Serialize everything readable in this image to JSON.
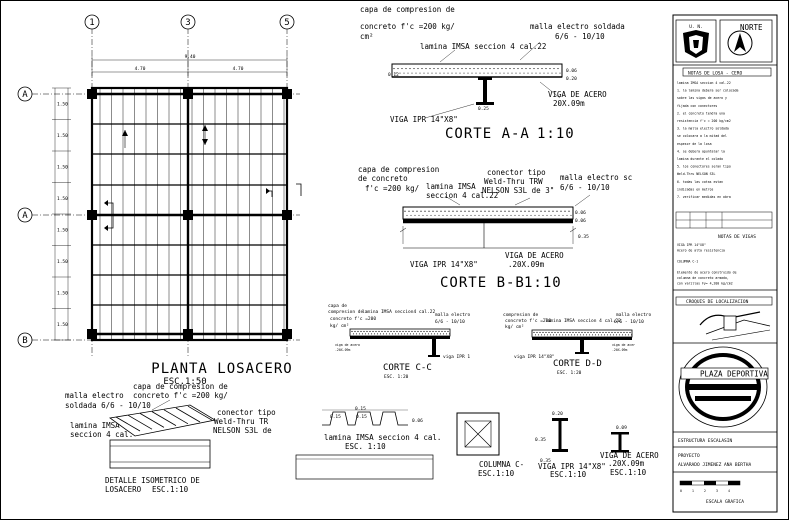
{
  "plan": {
    "title": "PLANTA LOSACERO",
    "scale": "ESC.1:50",
    "grid_top": [
      "1",
      "3",
      "5"
    ],
    "grid_left": [
      "A",
      "A",
      "B"
    ],
    "bay_dims": [
      "4.70",
      "4.70"
    ],
    "row_dims": [
      "1.50",
      "1.50",
      "1.50",
      "1.50",
      "1.50",
      "1.50",
      "1.50",
      "1.50"
    ],
    "total_width": "9.40"
  },
  "corte_a": {
    "title": "CORTE A-A",
    "scale": "1:10",
    "capa": [
      "capa de compresion de",
      "concreto f'c =200 kg/",
      "cm²"
    ],
    "lamina": "lamina IMSA seccion 4 cal.22",
    "malla": [
      "malla electro soldada",
      "6/6 - 10/10"
    ],
    "viga_acero": [
      "VIGA DE ACERO",
      "20X.09m"
    ],
    "viga_ipr": "VIGA IPR 14\"X8\"",
    "dims": [
      "0.12",
      "0.06",
      "0.20",
      "0.25"
    ]
  },
  "corte_b": {
    "title": "CORTE B-B",
    "scale": "1:10",
    "capa": [
      "capa de compresion",
      "de concreto",
      "f'c =200 kg/"
    ],
    "lamina": [
      "lamina IMSA",
      "seccion 4 cal.22"
    ],
    "conector": [
      "conector tipo",
      "Weld-Thru TRW",
      "NELSON S3L de 3\""
    ],
    "malla": [
      "malla electro sc",
      "6/6 - 10/10"
    ],
    "viga_acero": [
      "VIGA DE ACERO",
      ".20X.09m"
    ],
    "viga_ipr": "VIGA IPR 14\"X8\"",
    "dims": [
      "0.06",
      "0.06",
      "0.35"
    ]
  },
  "corte_c": {
    "title": "CORTE C-C",
    "scale": "ESC. 1:20",
    "capa": [
      "capa de",
      "compresion de",
      "concreto f'c =200",
      "kg/ cm²"
    ],
    "lamina": "lamina IMSA seccion4 cal.22",
    "malla": [
      "malla electro",
      "6/6 - 10/10"
    ],
    "viga_acero": [
      "viga de acero",
      ".20X.09m"
    ],
    "viga_ipr": "viga IPR 1"
  },
  "corte_d": {
    "title": "CORTE D-D",
    "scale": "ESC. 1:20",
    "capa": [
      "compresion de",
      "concreto f'c =200",
      "kg/ cm²"
    ],
    "lamina": "lamina IMSA seccion 4 cal.22",
    "malla": [
      "malla electro",
      "6/6 - 10/10"
    ],
    "viga_acero": [
      "viga de acer",
      ".20X.09m"
    ],
    "viga_ipr": "viga IPR 14\"X8\""
  },
  "detalle": {
    "title": [
      "DETALLE ISOMETRICO DE",
      "LOSACERO"
    ],
    "scale": "ESC.1:10",
    "malla": [
      "malla electro",
      "soldada 6/6 - 10/10"
    ],
    "capa": [
      "capa de compresion de",
      "concreto f'c =200 kg/"
    ],
    "lamina": [
      "lamina IMSA",
      "seccion 4 cal."
    ],
    "conector": [
      "conector tipo",
      "Weld-Thru TR",
      "NELSON S3L de"
    ]
  },
  "lamina_detail": {
    "title": "lamina IMSA seccion 4 cal.",
    "scale": "ESC. 1:10",
    "dims": [
      "0.15",
      "0.15",
      "0.15",
      "0.06"
    ]
  },
  "columna": {
    "title": "COLUMNA C-",
    "scale": "ESC.1:10",
    "dims": [
      "0.35"
    ]
  },
  "viga_ipr": {
    "title": "VIGA IPR 14\"X8\"",
    "scale": "ESC.1:10",
    "dims": [
      "0.35",
      "0.20"
    ]
  },
  "viga_acero": {
    "title": [
      "VIGA DE ACERO",
      ".20X.09m"
    ],
    "scale": "ESC.1:10",
    "dims": [
      "0.09"
    ]
  },
  "title_block": {
    "logo_text": "U. N.",
    "norte": "NORTE",
    "notas_losa_title": "NOTAS DE LOSA - CERO",
    "notas_losa": [
      "lamina IMSA seccion 4 cal.22",
      "1. la lamina debera ser colocada",
      "   sobre las vigas de acero y",
      "   fijada con conectores",
      "2. el concreto tendra una",
      "   resistencia f'c = 200 kg/cm2",
      "3. la malla electro soldada",
      "   se colocara a la mitad del",
      "   espesor de la losa",
      "4. se debera apuntalar la",
      "   lamina durante el colado",
      "5. los conectores seran tipo",
      "   Weld-Thru NELSON S3L",
      "6. todas las cotas estan",
      "   indicadas en metros",
      "7. verificar medidas en obra"
    ],
    "notas_vigas_title": "NOTAS DE VIGAS",
    "notas_vigas": [
      "VIGA IPR 14\"X8\"",
      "Acero de alta resistencia",
      "",
      "COLUMNA C-1",
      "",
      "Elemento de acero construido de",
      "columna de concreto armado,",
      "con varillas Fy= 4,200 kg/cm2"
    ],
    "croquis_title": "CROQUIS DE LOCALIZACION",
    "plaza": "PLAZA DEPORTIVA",
    "estructura": "ESTRUCTURA ESCALASIN",
    "proyecto_label": "PROYECTO",
    "proyecto_name": "ALVARADO JIMENEZ ANA BERTHA",
    "escala_grafica": "ESCALA GRAFICA",
    "escala_marks": [
      "0",
      "1",
      "2",
      "3",
      "4"
    ]
  }
}
